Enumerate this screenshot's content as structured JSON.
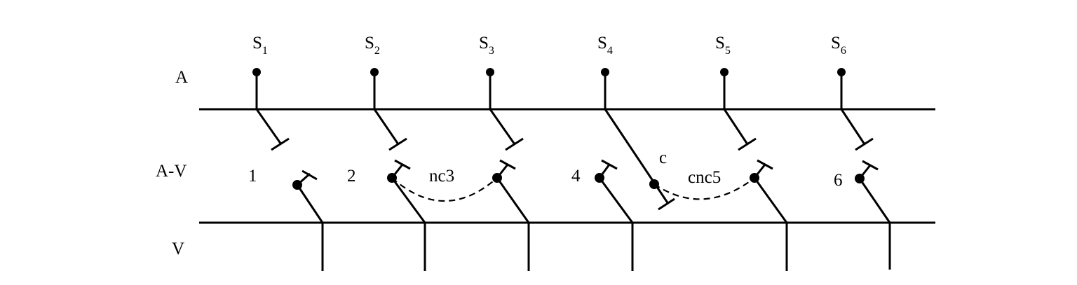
{
  "row_labels": {
    "atrium": "A",
    "av": "A-V",
    "ventricle": "V"
  },
  "stimuli": [
    {
      "letter": "S",
      "index": "1"
    },
    {
      "letter": "S",
      "index": "2"
    },
    {
      "letter": "S",
      "index": "3"
    },
    {
      "letter": "S",
      "index": "4"
    },
    {
      "letter": "S",
      "index": "5"
    },
    {
      "letter": "S",
      "index": "6"
    }
  ],
  "beat_labels": {
    "b1": "1",
    "b2": "2",
    "nc3": "nc3",
    "b4": "4",
    "c": "c",
    "cnc5": "cnc5",
    "b6": "6"
  }
}
